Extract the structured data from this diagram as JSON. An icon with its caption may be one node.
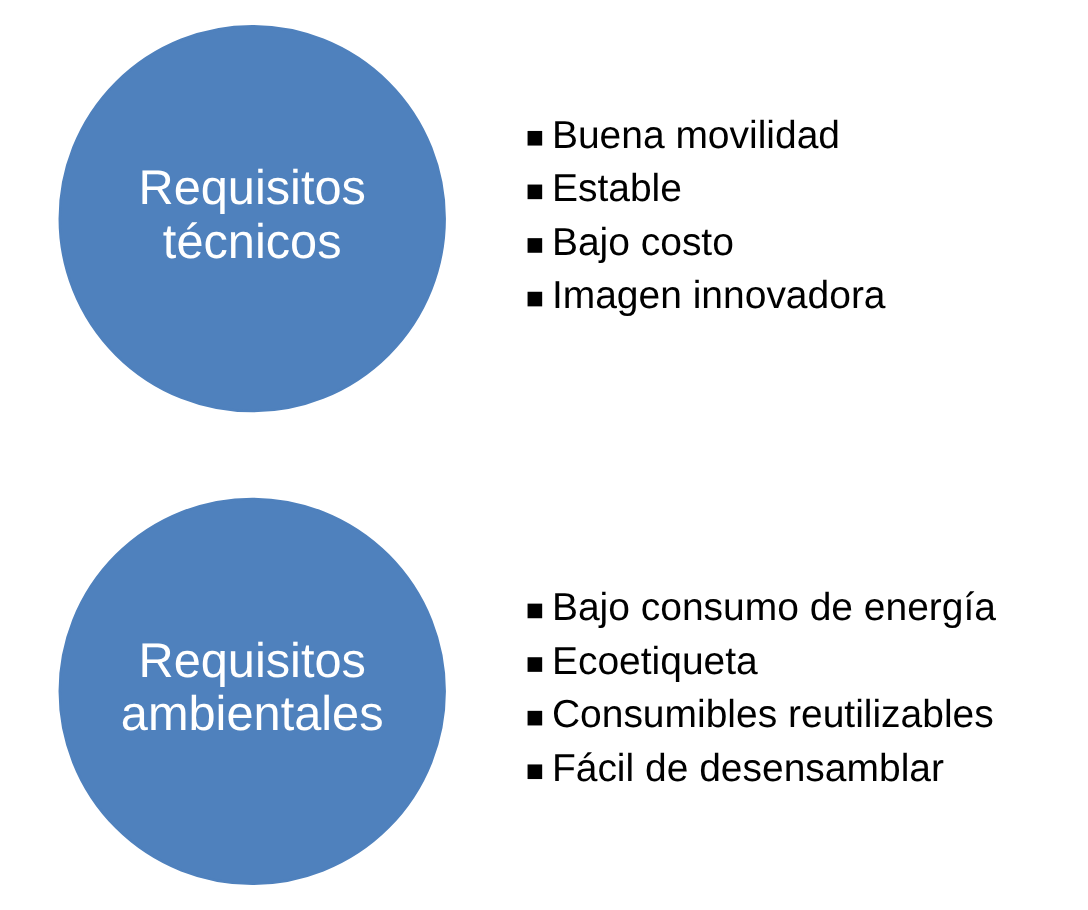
{
  "diagram": {
    "nodes": [
      {
        "text": [
          "Requisitos técnicos"
        ],
        "beside": [
          "Buena movilidad",
          "Estable",
          "Bajo costo",
          "Imagen innovadora"
        ]
      },
      {
        "text": [
          "Requisitos ambientales"
        ],
        "beside": [
          "Bajo consumo de energía",
          "Ecoetiqueta",
          "Consumibles reutilizables",
          "Fácil de desensamblar"
        ]
      }
    ],
    "edges": []
  }
}
